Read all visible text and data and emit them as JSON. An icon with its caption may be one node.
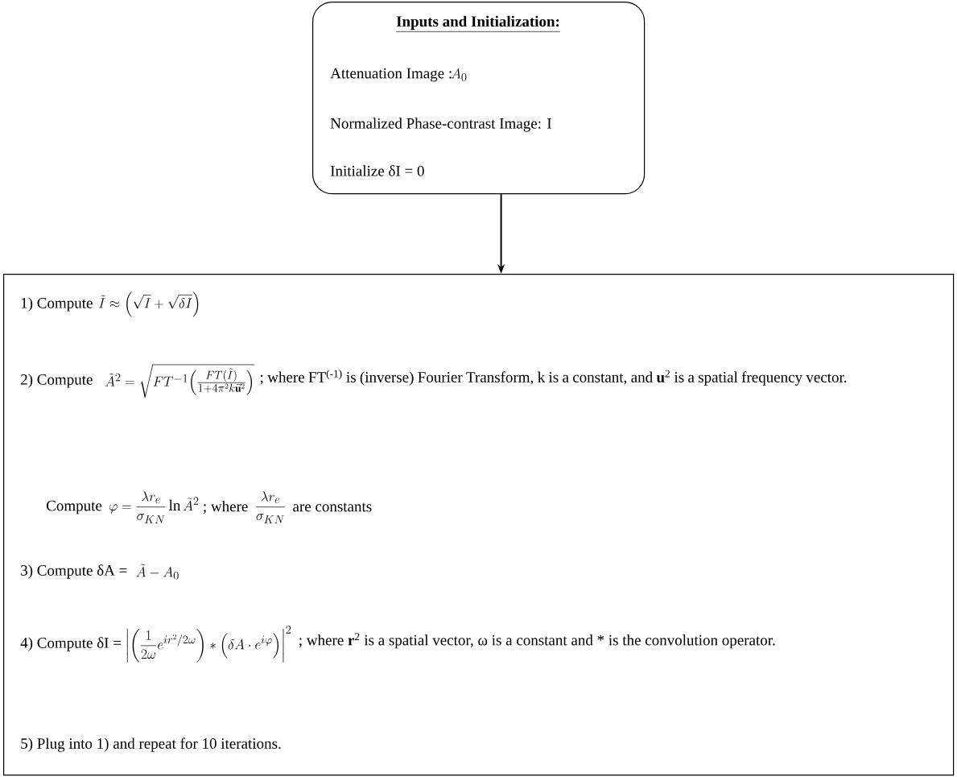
{
  "diagram": {
    "nodes": [
      {
        "text": [
          "Inputs and Initialization:",
          "Attenuation Image :",
          "A_{0}",
          "Normalized Phase-contrast Image:  I",
          "Initialize δI = 0"
        ]
      },
      {
        "text": [
          "1) Compute",
          "\\tilde{I} \\approx \\left(\\sqrt{I}+\\sqrt{\\delta I}\\right)",
          "2) Compute",
          "\\tilde{A}^{2} = \\sqrt{FT^{-1}\\Bigl(\\frac{FT(\\tilde{I})}{1+4\\pi^{2}k\\vec{\\mathbf{u}}^{2}}\\Bigr)}",
          "; where FT$^{(-1)}$ is (inverse) Fourier Transform, k is a constant, and **u**$^{2}$ is a spatial frequency vector.",
          "Compute",
          "\\varphi = \\frac{\\lambda r_{e}}{\\sigma_{KN}}\\ln\\tilde{A}^{2}",
          "; where",
          "\\frac{\\lambda r_{e}}{\\sigma_{KN}}",
          "are constants",
          "3) Compute δA =",
          "\\tilde{A} - A_{0}",
          "4) Compute δI =",
          "\\left|\\left(\\frac{1}{2\\omega}e^{ir^{2}/2\\omega}\\right)*\\left(\\delta A\\cdot e^{i\\varphi}\\right)\\right|^{2}",
          "; where **r**$^{2}$ is a spatial vector, ω is a constant and * is the convolution operator.",
          "5) Plug into 1) and repeat for 10 iterations."
        ]
      }
    ],
    "edges": [
      {
        "from": 0,
        "to": 1,
        "arrow": "to"
      }
    ]
  }
}
